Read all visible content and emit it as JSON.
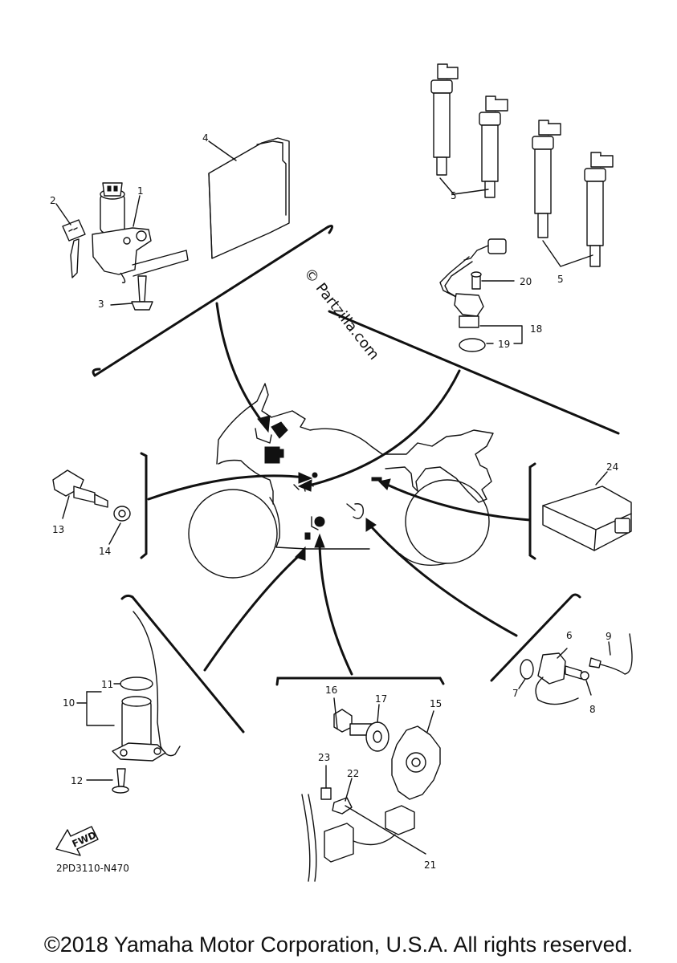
{
  "diagram": {
    "watermark": "© Partzilla.com",
    "drawing_code": "2PD3110-N470",
    "fwd_label": "FWD",
    "copyright": "©2018 Yamaha Motor Corporation, U.S.A. All rights reserved."
  },
  "callouts": [
    {
      "id": "1",
      "label": "1"
    },
    {
      "id": "2",
      "label": "2"
    },
    {
      "id": "3",
      "label": "3"
    },
    {
      "id": "4",
      "label": "4"
    },
    {
      "id": "5a",
      "label": "5"
    },
    {
      "id": "5b",
      "label": "5"
    },
    {
      "id": "6",
      "label": "6"
    },
    {
      "id": "7",
      "label": "7"
    },
    {
      "id": "8",
      "label": "8"
    },
    {
      "id": "9",
      "label": "9"
    },
    {
      "id": "10",
      "label": "10"
    },
    {
      "id": "11",
      "label": "11"
    },
    {
      "id": "12",
      "label": "12"
    },
    {
      "id": "13",
      "label": "13"
    },
    {
      "id": "14",
      "label": "14"
    },
    {
      "id": "15",
      "label": "15"
    },
    {
      "id": "16",
      "label": "16"
    },
    {
      "id": "17",
      "label": "17"
    },
    {
      "id": "18",
      "label": "18"
    },
    {
      "id": "19",
      "label": "19"
    },
    {
      "id": "20",
      "label": "20"
    },
    {
      "id": "21",
      "label": "21"
    },
    {
      "id": "22",
      "label": "22"
    },
    {
      "id": "23",
      "label": "23"
    },
    {
      "id": "24",
      "label": "24"
    }
  ]
}
